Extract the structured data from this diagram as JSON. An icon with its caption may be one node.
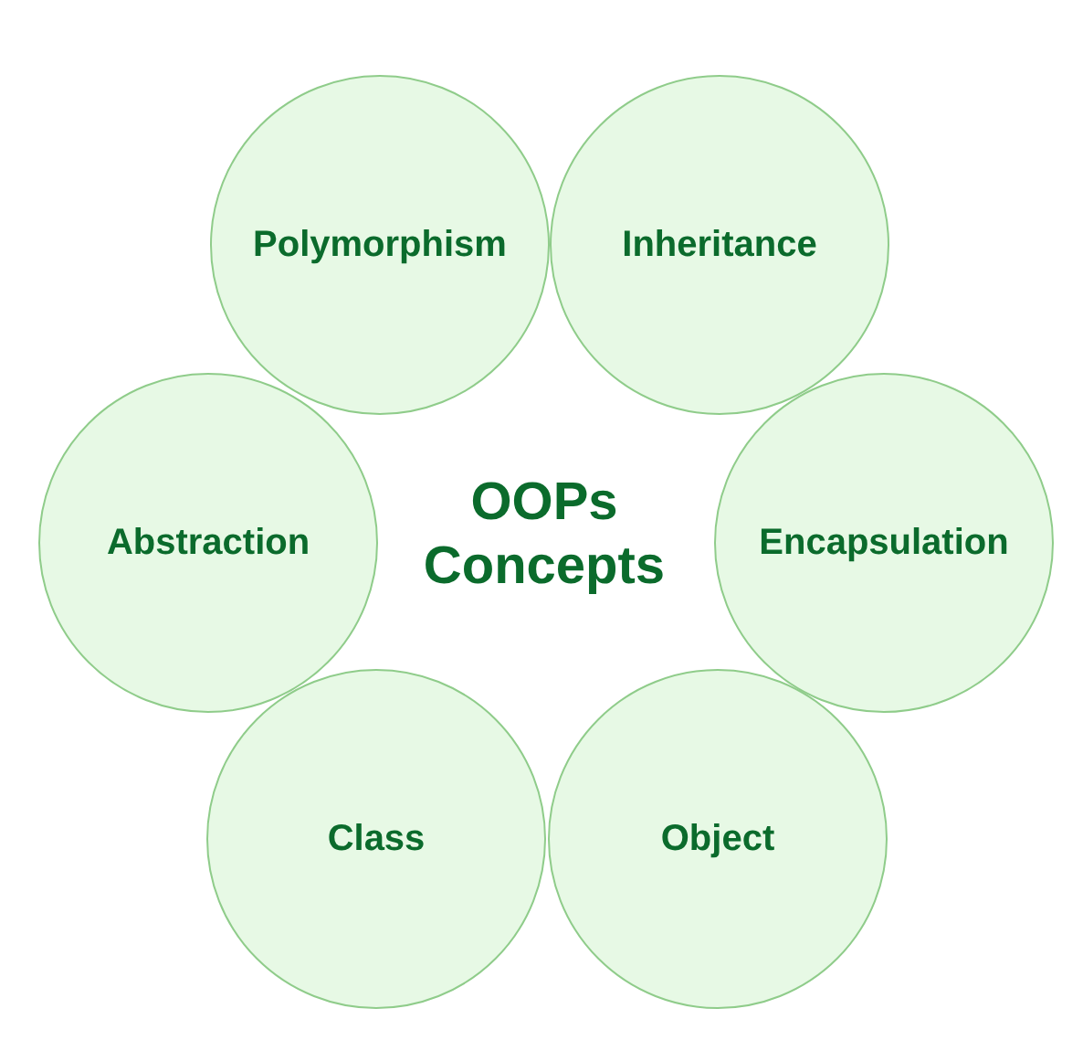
{
  "diagram": {
    "title": "OOPs Concepts",
    "nodes": [
      {
        "text": [
          "Polymorphism"
        ]
      },
      {
        "text": [
          "Inheritance"
        ]
      },
      {
        "text": [
          "Abstraction"
        ]
      },
      {
        "text": [
          "Encapsulation"
        ]
      },
      {
        "text": [
          "Class"
        ]
      },
      {
        "text": [
          "Object"
        ]
      }
    ]
  }
}
